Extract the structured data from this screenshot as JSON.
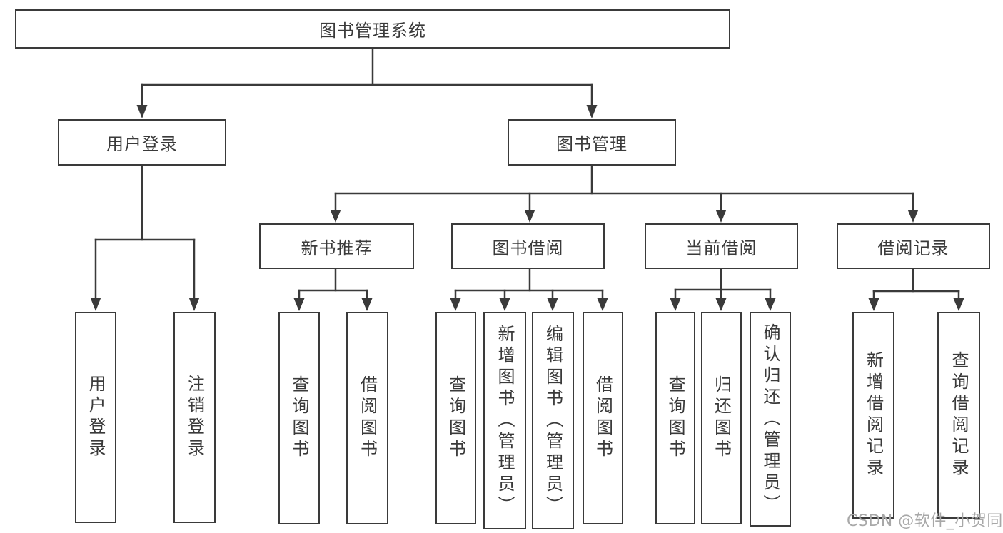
{
  "diagram": {
    "tree": {
      "label": "图书管理系统",
      "children": [
        {
          "label": "用户登录",
          "children": [
            {
              "label": "用户登录"
            },
            {
              "label": "注销登录"
            }
          ]
        },
        {
          "label": "图书管理",
          "children": [
            {
              "label": "新书推荐",
              "children": [
                {
                  "label": "查询图书"
                },
                {
                  "label": "借阅图书"
                }
              ]
            },
            {
              "label": "图书借阅",
              "children": [
                {
                  "label": "查询图书"
                },
                {
                  "label": "新增图书（管理员）"
                },
                {
                  "label": "编辑图书（管理员）"
                },
                {
                  "label": "借阅图书"
                }
              ]
            },
            {
              "label": "当前借阅",
              "children": [
                {
                  "label": "查询图书"
                },
                {
                  "label": "归还图书"
                },
                {
                  "label": "确认归还（管理员）"
                }
              ]
            },
            {
              "label": "借阅记录",
              "children": [
                {
                  "label": "新增借阅记录"
                },
                {
                  "label": "查询借阅记录"
                }
              ]
            }
          ]
        }
      ]
    },
    "colors": {
      "line": "#3a3a3a",
      "text": "#3a3a3a",
      "box_background": "#ffffff",
      "background": "#ffffff",
      "watermark": "#a8a8a8"
    }
  },
  "watermark": {
    "text": "CSDN @软件_小贺同学"
  }
}
